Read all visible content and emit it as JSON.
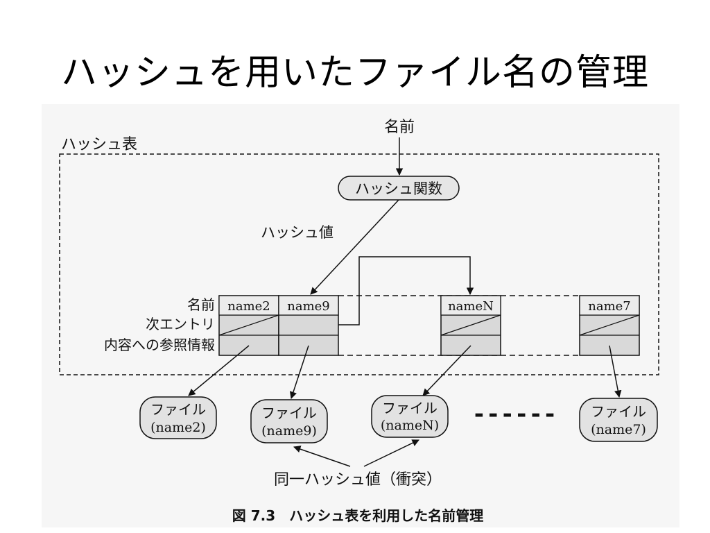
{
  "slide": {
    "title": "ハッシュを用いたファイル名の管理"
  },
  "diagram": {
    "input_label": "名前",
    "table_label": "ハッシュ表",
    "hash_function": "ハッシュ関数",
    "hash_value": "ハッシュ値",
    "row_labels": {
      "name": "名前",
      "next": "次エントリ",
      "content": "内容への参照情報"
    },
    "entries": [
      "name2",
      "name9",
      "nameN",
      "name7"
    ],
    "file_nodes": [
      {
        "line1": "ファイル",
        "line2": "(name2)"
      },
      {
        "line1": "ファイル",
        "line2": "(name9)"
      },
      {
        "line1": "ファイル",
        "line2": "(nameN)"
      },
      {
        "line1": "ファイル",
        "line2": "(name7)"
      }
    ],
    "collision_label": "同一ハッシュ値（衝突）",
    "ellipsis": "------",
    "caption": "図 7.3　ハッシュ表を利用した名前管理",
    "colors": {
      "cell_fill": "#d8d8d8",
      "node_fill": "#e0e0e0",
      "bg_noise": "#f2f2f2"
    }
  }
}
